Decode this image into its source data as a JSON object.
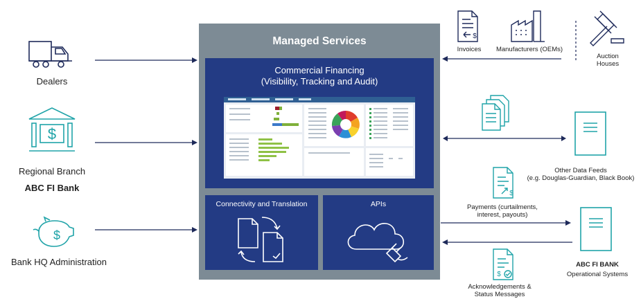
{
  "managed_services": {
    "title": "Managed Services",
    "commercial_financing": {
      "title_line1": "Commercial Financing",
      "title_line2": "(Visibility, Tracking and Audit)"
    },
    "connectivity_title": "Connectivity and Translation",
    "apis_title": "APIs"
  },
  "left": {
    "dealers": "Dealers",
    "regional_branch": "Regional Branch",
    "bank_name": "ABC FI Bank",
    "hq": "Bank HQ Administration"
  },
  "right": {
    "invoices": "Invoices",
    "manufacturers": "Manufacturers (OEMs)",
    "auction_line1": "Auction",
    "auction_line2": "Houses",
    "other_feeds_line1": "Other Data Feeds",
    "other_feeds_line2": "(e.g. Douglas-Guardian, Black Book)",
    "payments_line1": "Payments (curtailments,",
    "payments_line2": "interest, payouts)",
    "ops_bank": "ABC FI BANK",
    "ops_systems": "Operational Systems",
    "ack_line1": "Acknowledgements &",
    "ack_line2": "Status Messages"
  },
  "colors": {
    "panel": "#7d8b95",
    "box": "#233b84",
    "icon_accent": "#1fa3a8",
    "arrow": "#1e2a5a"
  },
  "icons": [
    "truck-icon",
    "bank-icon",
    "piggy-bank-icon",
    "invoice-icon",
    "factory-icon",
    "gavel-icon",
    "documents-icon",
    "data-feed-icon",
    "payment-doc-icon",
    "ops-system-icon",
    "ack-doc-icon",
    "file-sync-icon",
    "cloud-plug-icon"
  ]
}
